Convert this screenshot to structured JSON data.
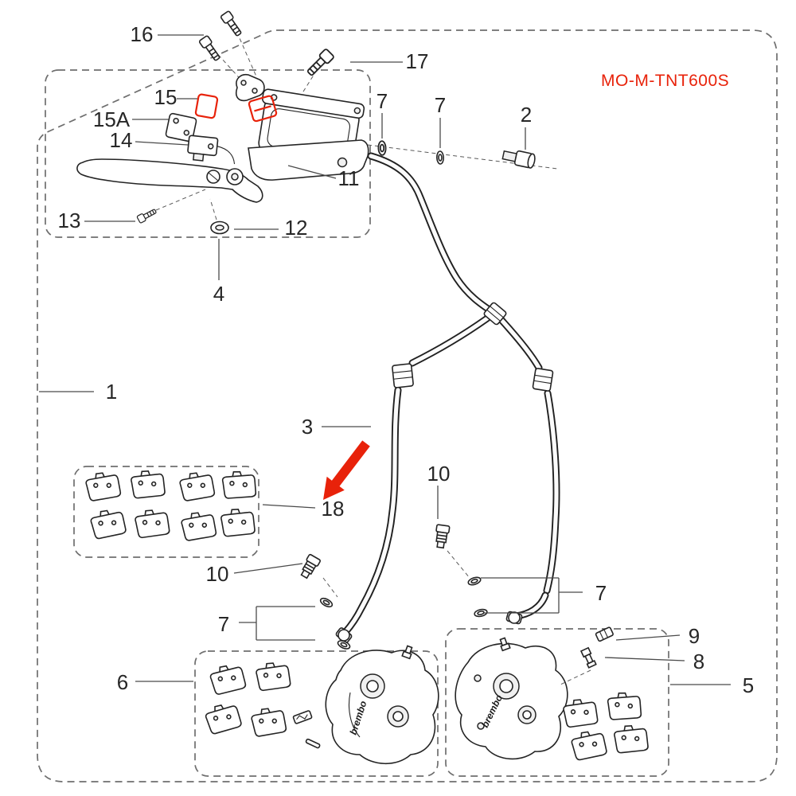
{
  "diagram": {
    "code": "MO-M-TNT600S",
    "brand_logo": "brembo",
    "labels": {
      "n1": "1",
      "n2": "2",
      "n3": "3",
      "n4": "4",
      "n5": "5",
      "n6": "6",
      "n7": "7",
      "n8": "8",
      "n9": "9",
      "n10": "10",
      "n11": "11",
      "n12": "12",
      "n13": "13",
      "n14": "14",
      "n15": "15",
      "n15a": "15A",
      "n16": "16",
      "n17": "17",
      "n18": "18"
    },
    "colors": {
      "accent_red": "#e8220a",
      "line": "#242424",
      "dash_gray": "#6e6e6e"
    }
  }
}
